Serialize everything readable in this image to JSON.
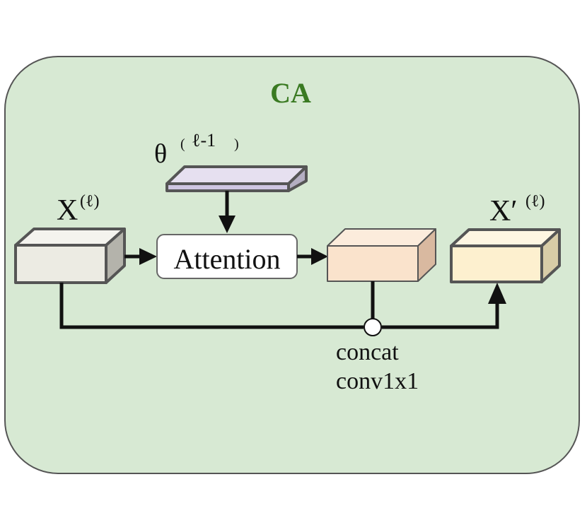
{
  "title": "CA",
  "colors": {
    "panel_fill": "#d7e9d3",
    "panel_stroke": "#555555",
    "title": "#3a7a22",
    "input_block": "#ecebe3",
    "theta_block": "#ddd6ea",
    "concat_block": "#fae3cc",
    "output_block": "#fdf0cf",
    "attention_fill": "#ffffff"
  },
  "labels": {
    "input": "X",
    "input_sup": "(ℓ)",
    "theta": "θ",
    "theta_sup_open": "(",
    "theta_sup": "ℓ-1",
    "theta_sup_close": ")",
    "attention": "Attention",
    "output": "X′",
    "output_sup": "(ℓ)",
    "concat": "concat",
    "conv": "conv1x1"
  }
}
